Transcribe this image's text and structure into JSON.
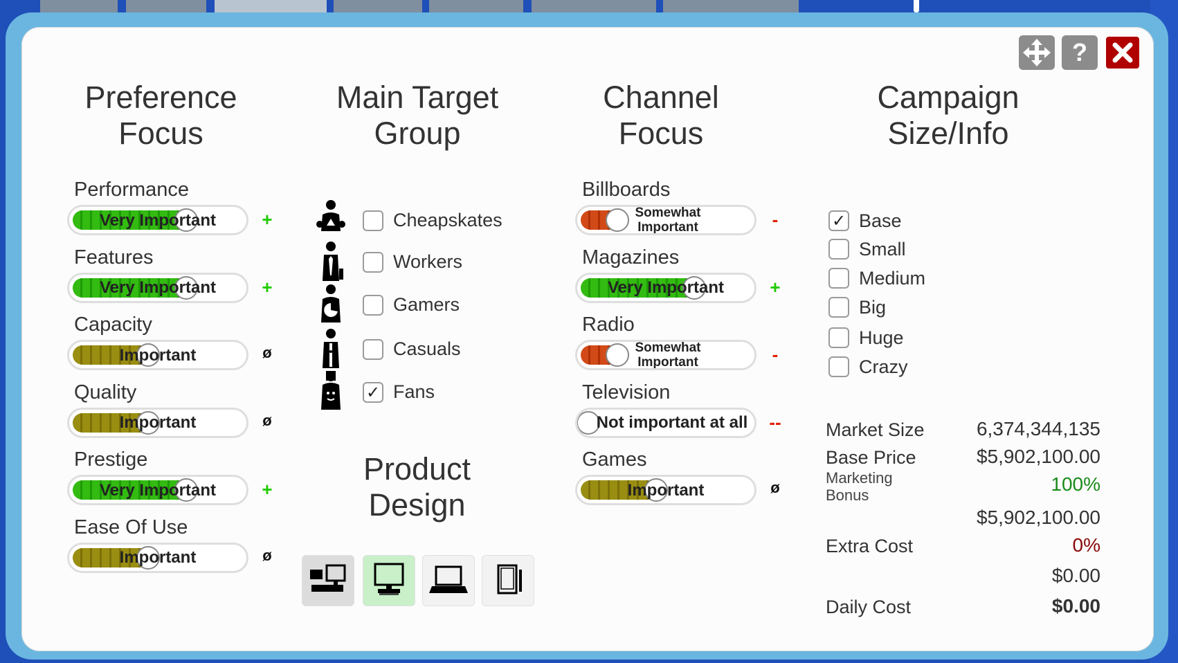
{
  "window": {
    "move_icon": "move-icon",
    "help_label": "?",
    "close_icon": "close-icon"
  },
  "preference": {
    "title": "Preference Focus",
    "items": [
      {
        "label": "Performance",
        "value": "Very Important",
        "level": 0.75,
        "color": "green",
        "sign": "+"
      },
      {
        "label": "Features",
        "value": "Very Important",
        "level": 0.75,
        "color": "green",
        "sign": "+"
      },
      {
        "label": "Capacity",
        "value": "Important",
        "level": 0.5,
        "color": "olive",
        "sign": "ø"
      },
      {
        "label": "Quality",
        "value": "Important",
        "level": 0.5,
        "color": "olive",
        "sign": "ø"
      },
      {
        "label": "Prestige",
        "value": "Very Important",
        "level": 0.75,
        "color": "green",
        "sign": "+"
      },
      {
        "label": "Ease Of Use",
        "value": "Important",
        "level": 0.5,
        "color": "olive",
        "sign": "ø"
      }
    ]
  },
  "target": {
    "title": "Main Target Group",
    "groups": [
      {
        "label": "Cheapskates",
        "checked": false,
        "icon": "cheapskate-person-icon"
      },
      {
        "label": "Workers",
        "checked": false,
        "icon": "worker-person-icon"
      },
      {
        "label": "Gamers",
        "checked": false,
        "icon": "gamer-person-icon"
      },
      {
        "label": "Casuals",
        "checked": false,
        "icon": "casual-person-icon"
      },
      {
        "label": "Fans",
        "checked": true,
        "icon": "fan-person-icon"
      }
    ]
  },
  "design": {
    "title": "Product Design",
    "options": [
      {
        "name": "desktop-keyboard-icon",
        "selected": false
      },
      {
        "name": "monitor-icon",
        "selected": true
      },
      {
        "name": "laptop-icon",
        "selected": false
      },
      {
        "name": "tablet-icon",
        "selected": false
      }
    ]
  },
  "channel": {
    "title": "Channel Focus",
    "items": [
      {
        "label": "Billboards",
        "value": "Somewhat Important",
        "level": 0.25,
        "color": "red",
        "sign": "-"
      },
      {
        "label": "Magazines",
        "value": "Very Important",
        "level": 0.75,
        "color": "green",
        "sign": "+"
      },
      {
        "label": "Radio",
        "value": "Somewhat Important",
        "level": 0.25,
        "color": "red",
        "sign": "-"
      },
      {
        "label": "Television",
        "value": "Not important at all",
        "level": 0,
        "color": "none",
        "sign": "--"
      },
      {
        "label": "Games",
        "value": "Important",
        "level": 0.5,
        "color": "olive",
        "sign": "ø"
      }
    ]
  },
  "campaign": {
    "title": "Campaign Size/Info",
    "sizes": [
      {
        "label": "Base",
        "checked": true
      },
      {
        "label": "Small",
        "checked": false
      },
      {
        "label": "Medium",
        "checked": false
      },
      {
        "label": "Big",
        "checked": false
      },
      {
        "label": "Huge",
        "checked": false
      },
      {
        "label": "Crazy",
        "checked": false
      }
    ],
    "market_size_label": "Market Size",
    "market_size": "6,374,344,135",
    "base_price_label": "Base Price",
    "base_price": "$5,902,100.00",
    "marketing_bonus_label": "Marketing Bonus",
    "marketing_bonus": "100%",
    "bonus_total": "$5,902,100.00",
    "extra_cost_label": "Extra Cost",
    "extra_cost_pct": "0%",
    "extra_cost": "$0.00",
    "daily_cost_label": "Daily Cost",
    "daily_cost": "$0.00",
    "colors": {
      "bonus": "#1a8a1a",
      "extra": "#8a0a0a"
    }
  }
}
